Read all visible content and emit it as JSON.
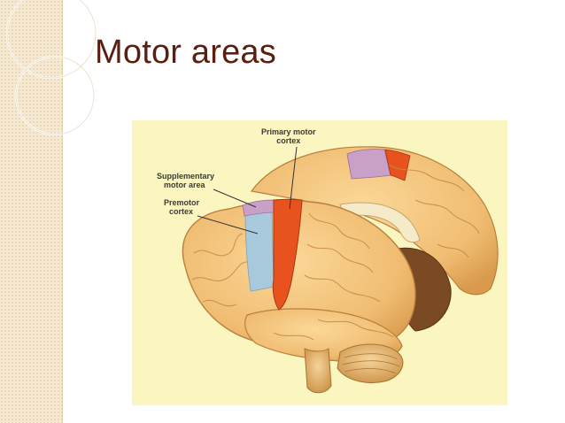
{
  "slide": {
    "title": "Motor areas"
  },
  "figure": {
    "labels": {
      "primary_motor": [
        "Primary motor",
        "cortex"
      ],
      "supplementary_motor": [
        "Supplementary",
        "motor area"
      ],
      "premotor": [
        "Premotor",
        "cortex"
      ]
    }
  },
  "colors": {
    "title": "#5a1f10",
    "sidebar": "#f5e9d3",
    "figure_background": "#fbf5bf",
    "brain": "#f2c27a",
    "primary_motor_cortex": "#e8521e",
    "supplementary_motor_area": "#c9a0c8",
    "premotor_cortex": "#a9c9dc"
  }
}
